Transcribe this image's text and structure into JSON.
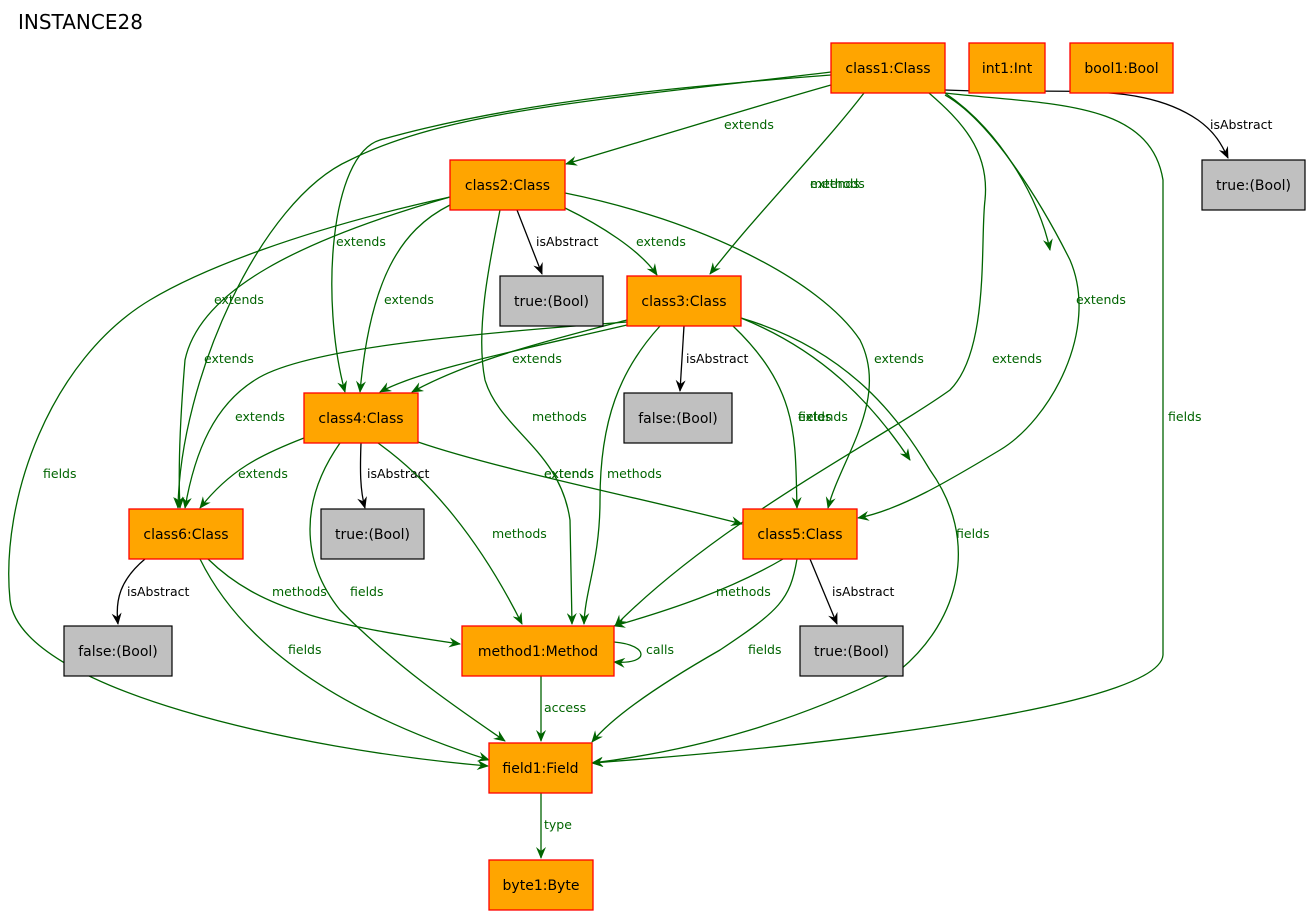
{
  "title": "INSTANCE28",
  "colors": {
    "object_fill": "#ffa500",
    "object_border": "#ff0000",
    "value_fill": "#c0c0c0",
    "value_border": "#000000",
    "link_edge": "#006400",
    "attribute_edge": "#000000"
  },
  "nodes": [
    {
      "id": "class1",
      "label": "class1:Class",
      "kind": "object"
    },
    {
      "id": "int1",
      "label": "int1:Int",
      "kind": "object"
    },
    {
      "id": "bool1",
      "label": "bool1:Bool",
      "kind": "object"
    },
    {
      "id": "t1",
      "label": "true:(Bool)",
      "kind": "value"
    },
    {
      "id": "class2",
      "label": "class2:Class",
      "kind": "object"
    },
    {
      "id": "t2",
      "label": "true:(Bool)",
      "kind": "value"
    },
    {
      "id": "class3",
      "label": "class3:Class",
      "kind": "object"
    },
    {
      "id": "f3",
      "label": "false:(Bool)",
      "kind": "value"
    },
    {
      "id": "class4",
      "label": "class4:Class",
      "kind": "object"
    },
    {
      "id": "t4",
      "label": "true:(Bool)",
      "kind": "value"
    },
    {
      "id": "class6",
      "label": "class6:Class",
      "kind": "object"
    },
    {
      "id": "class5",
      "label": "class5:Class",
      "kind": "object"
    },
    {
      "id": "f6",
      "label": "false:(Bool)",
      "kind": "value"
    },
    {
      "id": "method1",
      "label": "method1:Method",
      "kind": "object"
    },
    {
      "id": "t5",
      "label": "true:(Bool)",
      "kind": "value"
    },
    {
      "id": "field1",
      "label": "field1:Field",
      "kind": "object"
    },
    {
      "id": "byte1",
      "label": "byte1:Byte",
      "kind": "object"
    }
  ],
  "edges": [
    {
      "label": "isAbstract",
      "kind": "attribute"
    },
    {
      "label": "extends",
      "kind": "link"
    },
    {
      "label": "extends",
      "kind": "link"
    },
    {
      "label": "extends",
      "kind": "link"
    },
    {
      "label": "extends",
      "kind": "link"
    },
    {
      "label": "extends",
      "kind": "link"
    },
    {
      "label": "methods",
      "kind": "link"
    },
    {
      "label": "extends",
      "kind": "link"
    },
    {
      "label": "fields",
      "kind": "link"
    },
    {
      "label": "fields",
      "kind": "link"
    },
    {
      "label": "isAbstract",
      "kind": "attribute"
    },
    {
      "label": "extends",
      "kind": "link"
    },
    {
      "label": "extends",
      "kind": "link"
    },
    {
      "label": "extends",
      "kind": "link"
    },
    {
      "label": "extends",
      "kind": "link"
    },
    {
      "label": "methods",
      "kind": "link"
    },
    {
      "label": "extends",
      "kind": "link"
    },
    {
      "label": "fields",
      "kind": "link"
    },
    {
      "label": "isAbstract",
      "kind": "attribute"
    },
    {
      "label": "extends",
      "kind": "link"
    },
    {
      "label": "extends",
      "kind": "link"
    },
    {
      "label": "extends",
      "kind": "link"
    },
    {
      "label": "methods",
      "kind": "link"
    },
    {
      "label": "fields",
      "kind": "link"
    },
    {
      "label": "isAbstract",
      "kind": "attribute"
    },
    {
      "label": "extends",
      "kind": "link"
    },
    {
      "label": "extends",
      "kind": "link"
    },
    {
      "label": "methods",
      "kind": "link"
    },
    {
      "label": "fields",
      "kind": "link"
    },
    {
      "label": "isAbstract",
      "kind": "attribute"
    },
    {
      "label": "methods",
      "kind": "link"
    },
    {
      "label": "fields",
      "kind": "link"
    },
    {
      "label": "isAbstract",
      "kind": "attribute"
    },
    {
      "label": "methods",
      "kind": "link"
    },
    {
      "label": "fields",
      "kind": "link"
    },
    {
      "label": "calls",
      "kind": "link"
    },
    {
      "label": "access",
      "kind": "link"
    },
    {
      "label": "type",
      "kind": "link"
    }
  ]
}
